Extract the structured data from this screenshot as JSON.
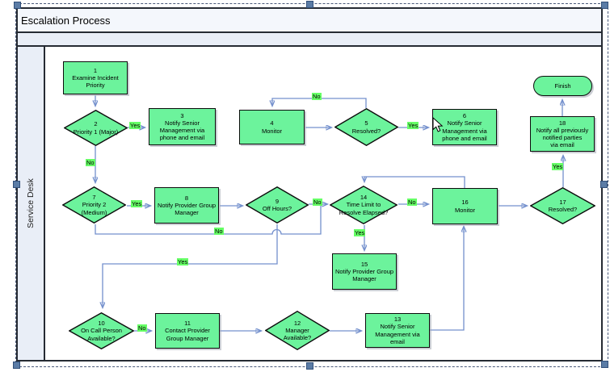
{
  "header": {
    "title": "Escalation Process"
  },
  "lane": {
    "label": "Service Desk"
  },
  "nodes": {
    "n1": {
      "num": "1",
      "label": "Examine Incident\nPriority"
    },
    "n2": {
      "num": "2",
      "label": "Priority 1 (Major)"
    },
    "n3": {
      "num": "3",
      "label": "Notify Senior\nManagement via\nphone and email"
    },
    "n4": {
      "num": "4",
      "label": "Monitor"
    },
    "n5": {
      "num": "5",
      "label": "Resolved?"
    },
    "n6": {
      "num": "6",
      "label": "Notify Senior\nManagement via\nphone and email"
    },
    "n7": {
      "num": "7",
      "label": "Priority 2\n(Medium)"
    },
    "n8": {
      "num": "8",
      "label": "Notify Provider Group\nManager"
    },
    "n9": {
      "num": "9",
      "label": "Off Hours?"
    },
    "n10": {
      "num": "10",
      "label": "On Call Person\nAvailable?"
    },
    "n11": {
      "num": "11",
      "label": "Contact Provider\nGroup Manager"
    },
    "n12": {
      "num": "12",
      "label": "Manager\nAvailable?"
    },
    "n13": {
      "num": "13",
      "label": "Notify Senior\nManagement via\nemail"
    },
    "n14": {
      "num": "14",
      "label": "Time Limit to\nResolve Elapsed?"
    },
    "n15": {
      "num": "15",
      "label": "Notify Provider Group\nManager"
    },
    "n16": {
      "num": "16",
      "label": "Monitor"
    },
    "n17": {
      "num": "17",
      "label": "Resolved?"
    },
    "n18": {
      "num": "18",
      "label": "Notify all previously\nnotified parties\nvia email"
    },
    "finish": {
      "label": "Finish"
    }
  },
  "edge_labels": {
    "e2_3": "Yes",
    "e2_7": "No",
    "e7_8": "Yes",
    "e7_14": "No",
    "e9_14": "No",
    "e9_10": "Yes",
    "e10_11": "No",
    "e14_15": "Yes",
    "e14_16": "No",
    "e5_4": "No",
    "e5_6": "Yes",
    "e17_18": "Yes"
  },
  "colors": {
    "shape_fill": "#6cf39c",
    "shape_border": "#0c0c0c",
    "connector": "#7490cd",
    "arrowhead": "#3f63b2",
    "edge_label_bg": "#66ff66",
    "band_fill": "#e9eef7",
    "title_fill": "#f4f7fc",
    "canvas_fill": "#ffffff",
    "handle_fill": "#5b7ca6"
  }
}
